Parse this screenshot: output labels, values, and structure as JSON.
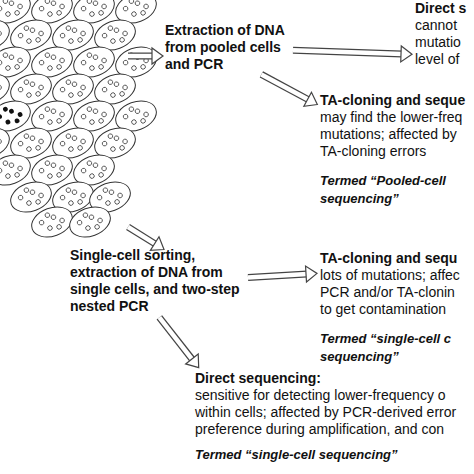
{
  "diagram": {
    "nodes": [
      {
        "text": [
          "Extraction of DNA from pooled cells and PCR"
        ]
      },
      {
        "text": [
          "Direct s",
          "cannot mutatio level of"
        ]
      },
      {
        "text": [
          "TA-cloning and seque",
          "may find the lower-freq mutations; affected by TA-cloning errors",
          "Termed “Pooled-cell sequencing”"
        ]
      },
      {
        "text": [
          "Single-cell sorting, extraction of DNA from single cells, and two-step nested PCR"
        ]
      },
      {
        "text": [
          "TA-cloning and sequ",
          "lots of mutations; affec PCR and/or TA-clonin to get contamination",
          "Termed “single-cell c sequencing”"
        ]
      },
      {
        "text": [
          "Direct sequencing:",
          "sensitive for detecting lower-frequency o within cells; affected by PCR-derived error preference during amplification, and con",
          "Termed “single-cell sequencing”"
        ]
      }
    ],
    "edges": [
      {
        "from": 0,
        "to": 1,
        "arrow": "to"
      },
      {
        "from": 0,
        "to": 2,
        "arrow": "to"
      },
      {
        "from": 3,
        "to": 4,
        "arrow": "to"
      },
      {
        "from": 3,
        "to": 5,
        "arrow": "to"
      }
    ]
  }
}
